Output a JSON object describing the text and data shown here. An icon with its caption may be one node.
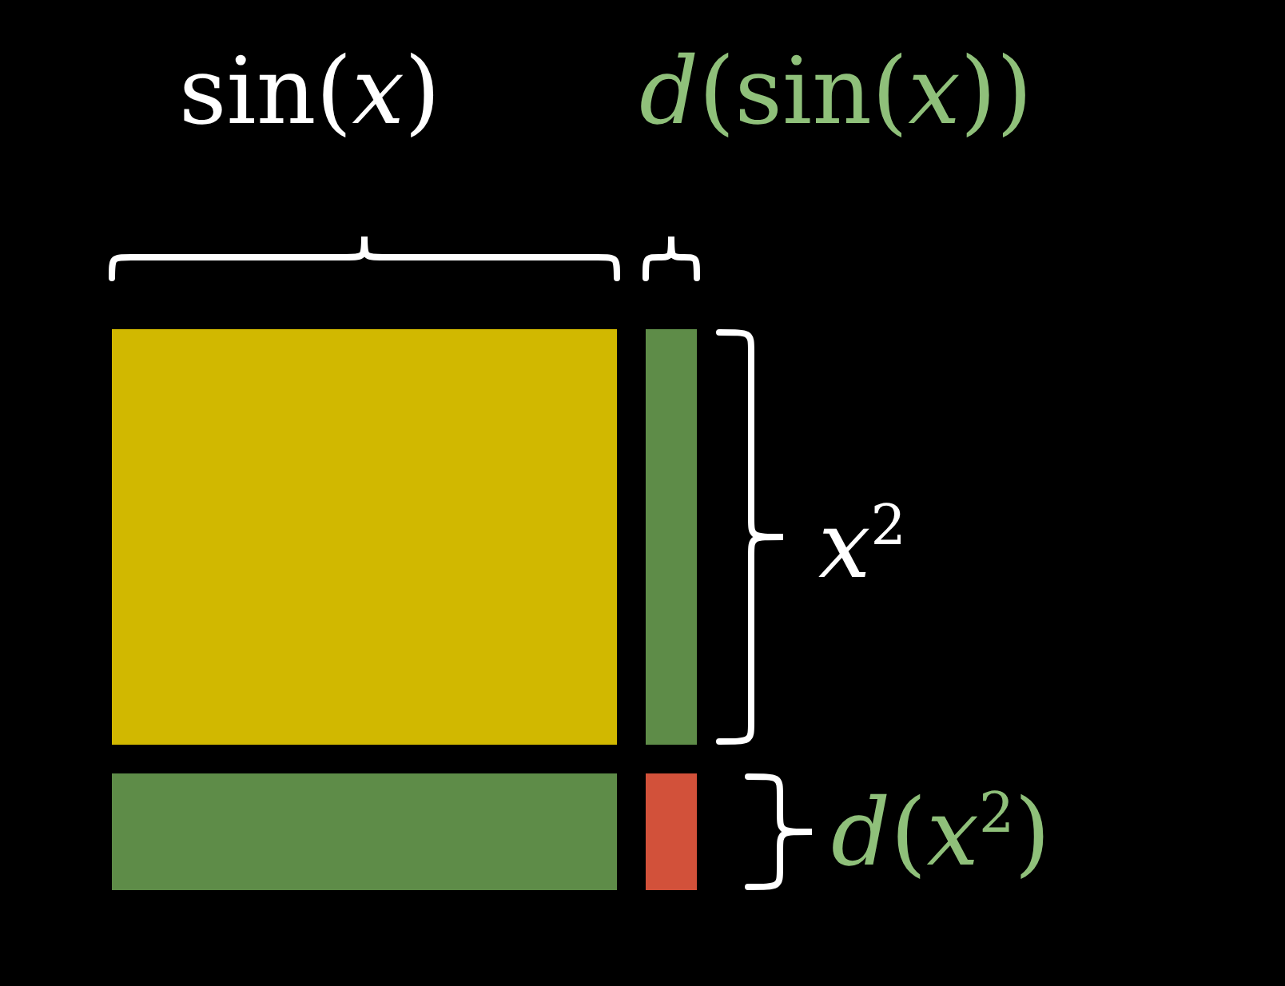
{
  "diagram": {
    "labels": [
      "sin(*x*)",
      "*d*(sin(*x*))",
      "*x*$^{2}$",
      "*d*(*x*$^{2}$)"
    ]
  }
}
